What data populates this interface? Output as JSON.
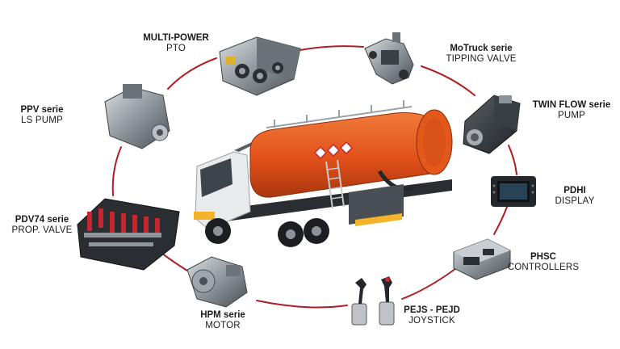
{
  "colors": {
    "ring": "#b01d24",
    "tank": "#e4581c",
    "text": "#1a1a1a"
  },
  "products": [
    {
      "id": "pto",
      "title": "MULTI-POWER",
      "subtitle": "PTO",
      "icon": "pto-gearbox-icon"
    },
    {
      "id": "tipping-valve",
      "title": "MoTruck serie",
      "subtitle": "TIPPING VALVE",
      "icon": "tipping-valve-icon"
    },
    {
      "id": "twin-flow-pump",
      "title": "TWIN FLOW serie",
      "subtitle": "PUMP",
      "icon": "piston-pump-icon"
    },
    {
      "id": "display",
      "title": "PDHI",
      "subtitle": "DISPLAY",
      "icon": "display-screen-icon"
    },
    {
      "id": "controllers",
      "title": "PHSC",
      "subtitle": "CONTROLLERS",
      "icon": "controller-unit-icon"
    },
    {
      "id": "joystick",
      "title": "PEJS - PEJD",
      "subtitle": "JOYSTICK",
      "icon": "joystick-icon"
    },
    {
      "id": "motor",
      "title": "HPM serie",
      "subtitle": "MOTOR",
      "icon": "hydraulic-motor-icon"
    },
    {
      "id": "prop-valve",
      "title": "PDV74 serie",
      "subtitle": "PROP. VALVE",
      "icon": "valve-bank-icon"
    },
    {
      "id": "ls-pump",
      "title": "PPV serie",
      "subtitle": "LS PUMP",
      "icon": "ls-pump-icon"
    }
  ],
  "center": {
    "icon": "vacuum-tanker-truck-icon"
  }
}
